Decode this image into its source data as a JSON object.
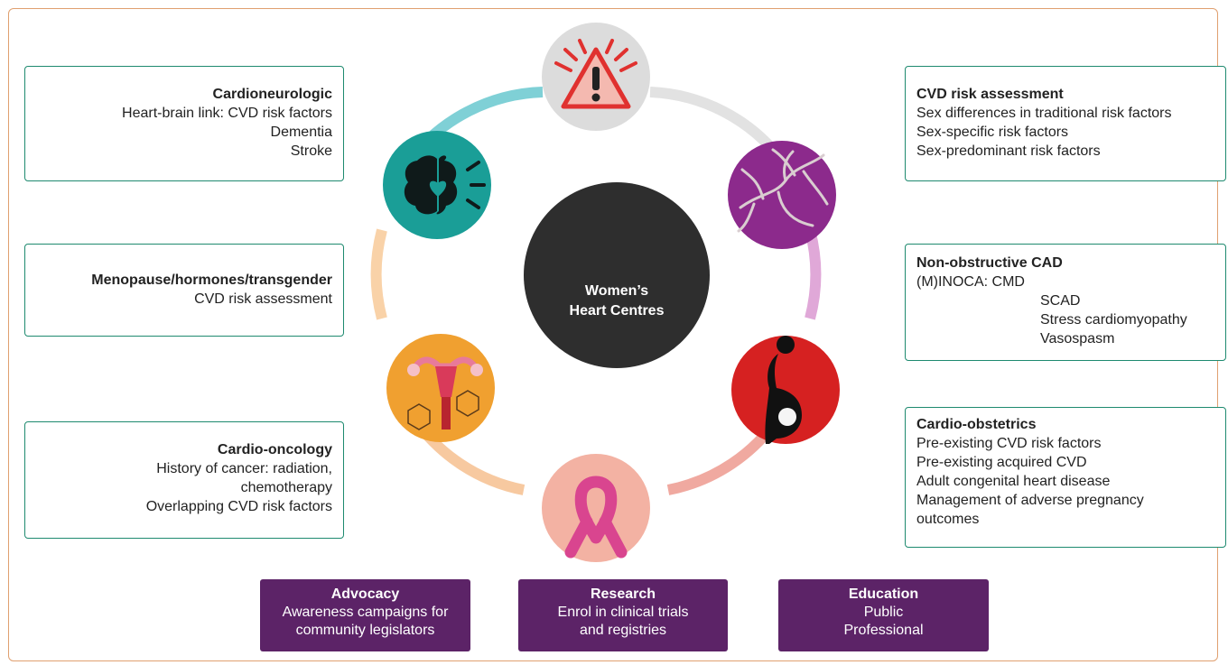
{
  "center_label": {
    "line1": "Women’s",
    "line2": "Heart Centres"
  },
  "left_boxes": [
    {
      "title": "Cardioneurologic",
      "lines": [
        "Heart-brain link: CVD risk factors",
        "Dementia",
        "Stroke"
      ]
    },
    {
      "title": "Menopause/hormones/transgender",
      "lines": [
        "CVD risk assessment"
      ]
    },
    {
      "title": "Cardio-oncology",
      "lines": [
        "History of cancer: radiation,",
        "chemotherapy",
        "Overlapping CVD risk factors"
      ]
    }
  ],
  "right_boxes": [
    {
      "title": "CVD risk assessment",
      "lines": [
        "Sex differences in traditional risk factors",
        "Sex-specific risk factors",
        "Sex-predominant risk factors"
      ]
    },
    {
      "title": "Non-obstructive CAD",
      "first": "(M)INOCA: CMD",
      "lines": [
        "SCAD",
        "Stress cardiomyopathy",
        "Vasospasm"
      ]
    },
    {
      "title": "Cardio-obstetrics",
      "lines": [
        "Pre-existing CVD risk factors",
        "Pre-existing acquired CVD",
        "Adult congenital heart disease",
        "Management of adverse pregnancy",
        "outcomes"
      ]
    }
  ],
  "bottom_boxes": [
    {
      "title": "Advocacy",
      "lines": [
        "Awareness campaigns for",
        "community legislators"
      ]
    },
    {
      "title": "Research",
      "lines": [
        "Enrol in clinical trials",
        "and registries"
      ]
    },
    {
      "title": "Education",
      "lines": [
        "Public",
        "Professional"
      ]
    }
  ],
  "colors": {
    "border": "#1e8a6f",
    "purple": "#5c2367",
    "center": "#2e2e2e",
    "node_warning": "#dcdcdc",
    "node_brain": "#1a9e97",
    "node_vessels": "#8c2a8c",
    "node_pregnancy": "#d62121",
    "node_ribbon": "#f3b2a3",
    "node_uterus": "#f0a030"
  }
}
